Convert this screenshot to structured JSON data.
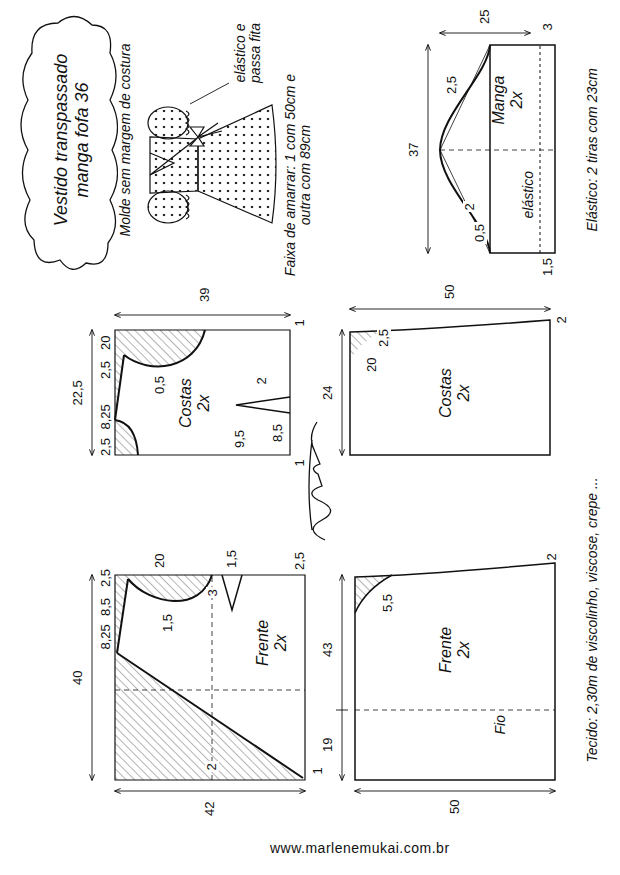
{
  "diagram": {
    "title": "Vestido transpassado manga fofa 36",
    "nodes": [
      {
        "text": [
          "Frente",
          "2x"
        ]
      },
      {
        "text": [
          "Costas",
          "2x"
        ]
      },
      {
        "text": [
          "Frente",
          "2x"
        ]
      },
      {
        "text": [
          "Costas",
          "2x"
        ]
      },
      {
        "text": [
          "Manga",
          "2x"
        ]
      }
    ],
    "labels": [
      "40",
      "8,25",
      "8,5",
      "2,5",
      "20",
      "1,5",
      "3",
      "1,5",
      "2",
      "2,5",
      "1",
      "42",
      "43",
      "19",
      "5,5",
      "2",
      "50",
      "Fio",
      "Tecido: 2,30m de viscolinho, viscose, crepe ...",
      "22,5",
      "2,5",
      "8,25",
      "2,5",
      "20",
      "0,5",
      "9,5",
      "8,5",
      "2",
      "1",
      "1",
      "39",
      "24",
      "20",
      "2,5",
      "2",
      "50",
      "Molde sem margem de costura",
      "elástico e passa fita",
      "Faixa de amarrar: 1 com 50cm e outra com 89cm",
      "37",
      "25",
      "2,5",
      "2",
      "0,5",
      "elástico",
      "1,5",
      "3",
      "Elástico: 2 tiras com 23cm",
      "www.marlenemukai.com.br"
    ]
  }
}
